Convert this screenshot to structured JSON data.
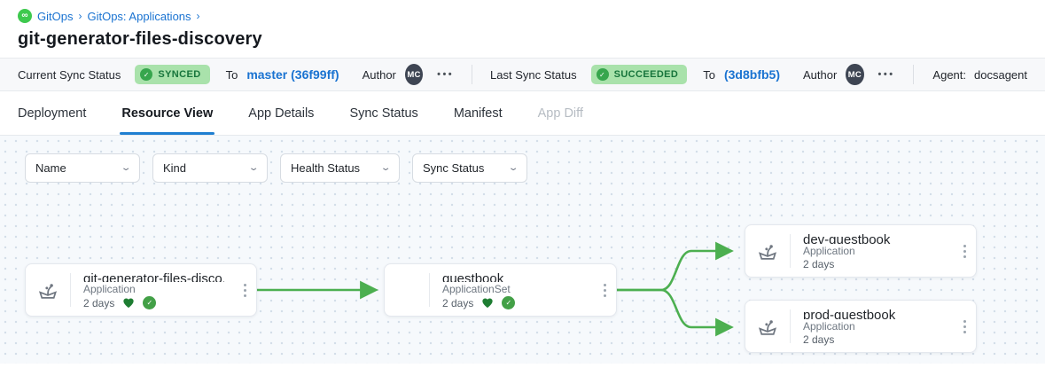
{
  "colors": {
    "accent_blue": "#1a73d1",
    "tab_underline_blue": "#1f7fd1",
    "edge_green": "#4caf50",
    "badge_bg": "#a9e2ab",
    "badge_text": "#17753c",
    "heart_green": "#1e7d32",
    "check_green": "#43a047",
    "logo_green": "#3ec94e"
  },
  "breadcrumb": {
    "logo": "gitops-logo",
    "logo_glyph": "∞",
    "items": [
      {
        "label": "GitOps"
      },
      {
        "label": "GitOps: Applications"
      }
    ],
    "separator": "›"
  },
  "page_title": "git-generator-files-discovery",
  "status_bar": {
    "current": {
      "label": "Current Sync Status",
      "badge": "SYNCED",
      "badge_icon": "✓",
      "to_label": "To",
      "revision": "master (36f99ff)",
      "author_label": "Author",
      "author_initials": "MC",
      "more": "•••"
    },
    "last": {
      "label": "Last Sync Status",
      "badge": "SUCCEEDED",
      "badge_icon": "✓",
      "to_label": "To",
      "revision": "(3d8bfb5)",
      "author_label": "Author",
      "author_initials": "MC",
      "more": "•••"
    },
    "agent_label": "Agent:",
    "agent_value": "docsagent"
  },
  "tabs": [
    {
      "label": "Deployment",
      "state": "normal"
    },
    {
      "label": "Resource View",
      "state": "active"
    },
    {
      "label": "App Details",
      "state": "normal"
    },
    {
      "label": "Sync Status",
      "state": "normal"
    },
    {
      "label": "Manifest",
      "state": "normal"
    },
    {
      "label": "App Diff",
      "state": "disabled"
    }
  ],
  "filters": [
    {
      "label": "Name"
    },
    {
      "label": "Kind"
    },
    {
      "label": "Health Status"
    },
    {
      "label": "Sync Status"
    }
  ],
  "graph": {
    "nodes": [
      {
        "title": "git-generator-files-disco...",
        "kind": "Application",
        "age": "2 days",
        "healthy": true,
        "synced": true,
        "check_glyph": "✓"
      },
      {
        "title": "guestbook",
        "kind": "ApplicationSet",
        "age": "2 days",
        "healthy": true,
        "synced": true,
        "check_glyph": "✓"
      },
      {
        "title": "dev-guestbook",
        "kind": "Application",
        "age": "2 days",
        "healthy": false,
        "synced": false
      },
      {
        "title": "prod-guestbook",
        "kind": "Application",
        "age": "2 days",
        "healthy": false,
        "synced": false
      }
    ],
    "edges": [
      {
        "from": "git-generator-files-disco...",
        "to": "guestbook"
      },
      {
        "from": "guestbook",
        "to": "dev-guestbook"
      },
      {
        "from": "guestbook",
        "to": "prod-guestbook"
      }
    ]
  }
}
